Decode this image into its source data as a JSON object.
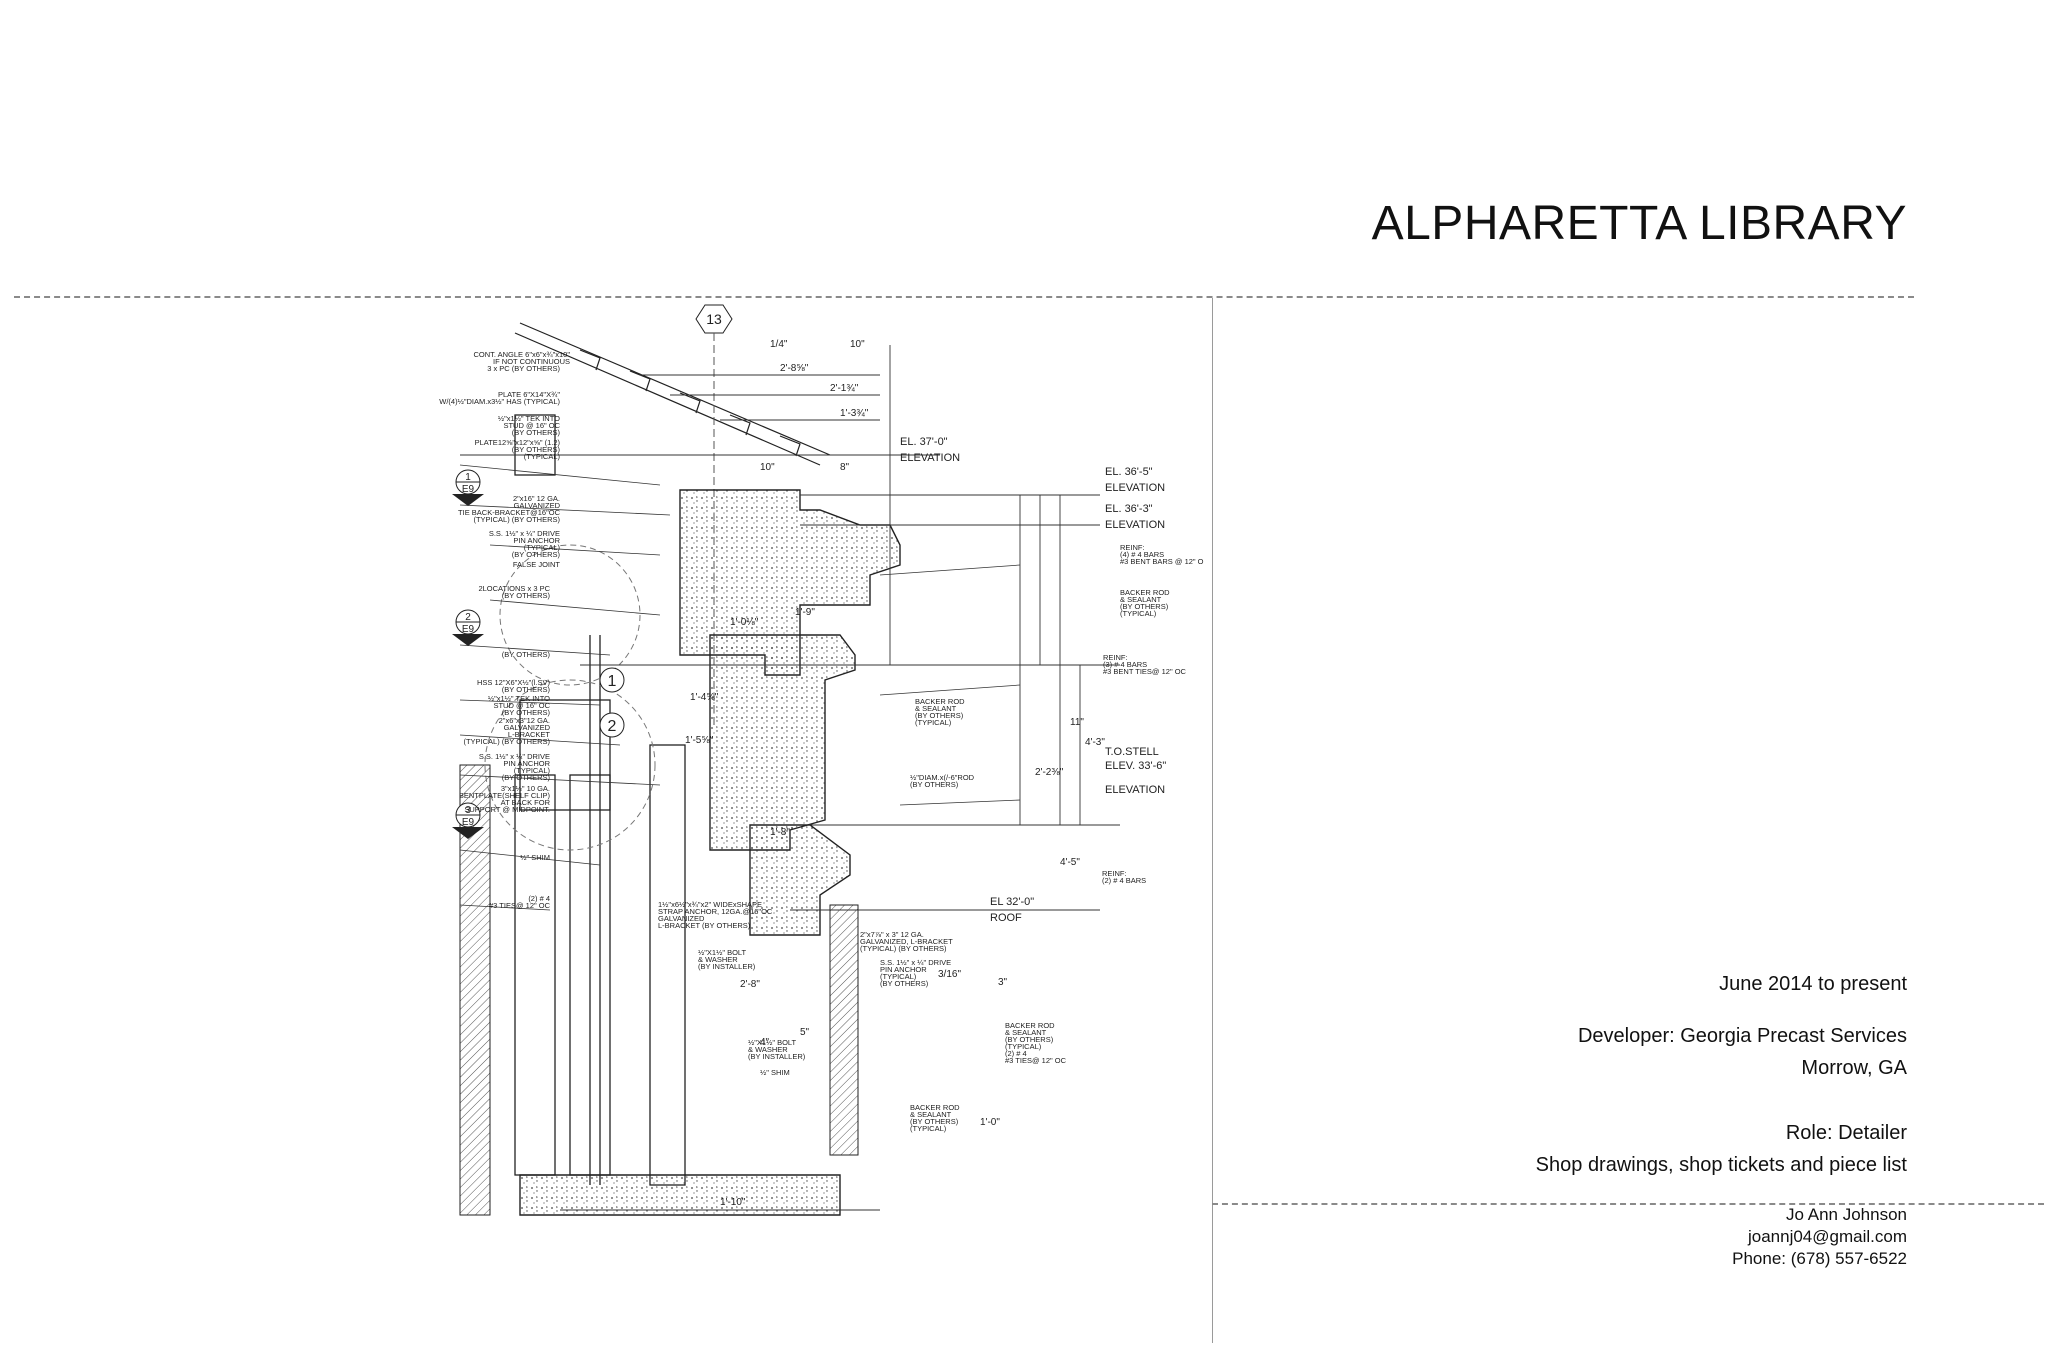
{
  "header": {
    "title": "ALPHARETTA LIBRARY"
  },
  "project": {
    "dates": "June 2014 to present",
    "developer": "Developer: Georgia Precast Services",
    "location": "Morrow, GA",
    "role": "Role: Detailer",
    "tasks": "Shop drawings, shop tickets and piece list"
  },
  "contact": {
    "name": "Jo Ann Johnson",
    "email": "joannj04@gmail.com",
    "phone": "Phone: (678) 557-6522"
  },
  "drawing": {
    "detail_tag": "13",
    "elevations": [
      {
        "el": "EL. 37'-0\"",
        "label": "ELEVATION"
      },
      {
        "el": "EL. 36'-5\"",
        "label": "ELEVATION"
      },
      {
        "el": "EL. 36'-3\"",
        "label": "ELEVATION"
      },
      {
        "el": "T.O.STELL",
        "sub": "ELEV. 33'-6\"",
        "label": "ELEVATION"
      },
      {
        "el": "EL 32'-0\"",
        "label": "ROOF"
      }
    ],
    "section_markers": [
      {
        "num": "1",
        "sheet": "E9"
      },
      {
        "num": "2",
        "sheet": "E9"
      },
      {
        "num": "3",
        "sheet": "E9"
      }
    ],
    "circle_tags": [
      "1",
      "2"
    ],
    "notes_left": [
      "CONT. ANGLE 6\"x6\"x¾\"x10\"",
      "IF NOT CONTINUOUS",
      "3 x PC (BY OTHERS)",
      "PLATE 6\"X14\"X¾\"",
      "W/(4)½\"DIAM.x3½\" HAS (TYPICAL)",
      "½\"x1½\" TEK INTO",
      "STUD @ 16\" OC",
      "(BY OTHERS)",
      "PLATE12⅝\"x12\"x⅝\" (1.2)",
      "(BY OTHERS)",
      "(TYPICAL)",
      "2\"x16\" 12 GA.",
      "GALVANIZED",
      "TIE BACK-BRACKET@16\"OC",
      "(TYPICAL) (BY OTHERS)",
      "S.S. 1½\" x ¼\" DRIVE",
      "PIN ANCHOR",
      "(TYPICAL)",
      "(BY OTHERS)",
      "FALSE JOINT",
      "2LOCATIONS x 3 PC",
      "(BY OTHERS)",
      "(BY OTHERS)",
      "HSS 12\"X6\"X½\"(l.SV)",
      "(BY OTHERS)",
      "½\"x1½\" TEK INTO",
      "STUD @ 16\" OC",
      "(BY OTHERS)",
      "2\"x6\"x3\"12 GA.",
      "GALVANIZED",
      "L-BRACKET",
      "(TYPICAL) (BY OTHERS)",
      "S.S. 1½\" x ¼\" DRIVE",
      "PIN ANCHOR",
      "(TYPICAL)",
      "(BY OTHERS)",
      "3\"x1½\" 10 GA.",
      "BENTPLATE(SHELF CLIP)",
      "AT BACK FOR",
      "SUPPORT @ MIDPOINT.",
      "½\" SHIM",
      "(2) # 4",
      "#3 TIES@ 12\" OC"
    ],
    "notes_right": [
      "REINF:",
      "(4) # 4 BARS",
      "#3 BENT BARS @ 12\" O",
      "BACKER ROD",
      "& SEALANT",
      "(BY OTHERS)",
      "(TYPICAL)",
      "REINF:",
      "(3) # 4 BARS",
      "#3 BENT TIES@ 12\" OC",
      "BACKER ROD",
      "& SEALANT",
      "(BY OTHERS)",
      "(TYPICAL)",
      "½\"DIAM.x(/-6\"ROD",
      "(BY OTHERS)",
      "REINF:",
      "(2) # 4 BARS",
      "2\"x7⅞\" x 3\" 12 GA.",
      "GALVANIZED, L-BRACKET",
      "(TYPICAL) (BY OTHERS)",
      "S.S. 1½\" x ¼\" DRIVE",
      "PIN ANCHOR",
      "(TYPICAL)",
      "(BY OTHERS)",
      "BACKER ROD",
      "& SEALANT",
      "(BY OTHERS)",
      "(TYPICAL)",
      "(2) # 4",
      "#3 TIES@ 12\" OC",
      "BACKER ROD",
      "& SEALANT",
      "(BY OTHERS)",
      "(TYPICAL)",
      "½\"X1½\" BOLT",
      "& WASHER",
      "(BY INSTALLER)",
      "½\"X1½\" BOLT",
      "& WASHER",
      "(BY INSTALLER)",
      "½\" SHIM",
      "1½\"x6½\"x¾\"x2\" WIDExSHAPE",
      "STRAP ANCHOR, 12GA.@16\"OC",
      "GALVANIZED",
      "L-BRACKET (BY OTHERS)"
    ],
    "dimensions": [
      "2'-8⅝\"",
      "2'-1¾\"",
      "1'-3¾\"",
      "1/4\"",
      "10\"",
      "10\"",
      "8\"",
      "1'-0⅛\"",
      "1'-9\"",
      "1'-4⅝\"",
      "1'-5⅝\"",
      "1'-8\"",
      "2'-8\"",
      "3/16\"",
      "4\"",
      "5\"",
      "1'-10\"",
      "4'-3\"",
      "4'-5\"",
      "11\"",
      "2'-2⅜\"",
      "3\"",
      "1'-0\""
    ]
  }
}
